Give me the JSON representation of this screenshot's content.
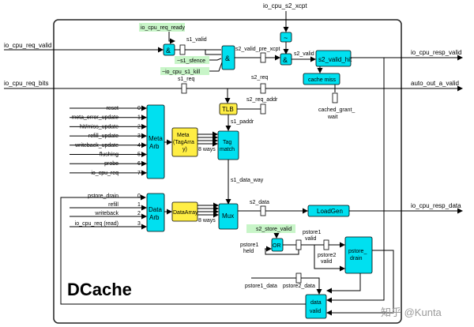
{
  "colors": {
    "cyan": "#00e0f0",
    "yellow": "#ffee44",
    "green": "#c8f5c8",
    "line": "#000000",
    "border": "#222222"
  },
  "signals": {
    "s2_xcpt": "io_cpu_s2_xcpt",
    "req_ready": "io_cpu_req_ready",
    "req_valid": "io_cpu_req_valid",
    "s1_valid": "s1_valid",
    "s1_sfence": "~s1_sfence",
    "s1_kill": "~io_cpu_s1_kill",
    "s2_valid_pre_xcpt": "s2_valid_pre_xcpt",
    "s2_valid": "s2_valid",
    "resp_valid": "io_cpu_resp_valid",
    "req_bits": "io_cpu_req_bits",
    "s1_req": "s1_req",
    "s2_req": "s2_req",
    "auto_out_a_valid": "auto_out_a_valid",
    "cached_grant_wait": [
      "cached_grant_",
      "wait"
    ],
    "s2_req_addr": "s2_req_addr",
    "s1_paddr": "s1_paddr",
    "s1_data_way": "s1_data_way",
    "s2_data": "s2_data",
    "resp_data": "io_cpu_resp_data",
    "s2_store_valid": "s2_store_valid",
    "pstore1_valid": [
      "pstore1",
      "valid"
    ],
    "pstore1_held": [
      "pstore1",
      "held"
    ],
    "pstore2_valid": [
      "pstore2",
      "valid"
    ],
    "pstore1_data": "pstore1_data",
    "pstore2_data": "pstore2_data"
  },
  "blocks": {
    "and_symbol": "&",
    "not_symbol": "~",
    "s2_valid_hit": "s2_valid_hit",
    "cache_miss": "cache miss",
    "tlb": "TLB",
    "meta_arb": [
      "Meta",
      "Arb"
    ],
    "meta_tagarray": [
      "Meta",
      "(TagArra",
      "y)"
    ],
    "tag_match": [
      "Tag",
      "match"
    ],
    "data_arb": [
      "Data",
      "Arb"
    ],
    "dataarray": "DataArray",
    "mux": "Mux",
    "loadgen": "LoadGen",
    "or": "OR",
    "pstore_drain": [
      "pstore_",
      "drain"
    ],
    "data_valid": [
      "data",
      "valid"
    ],
    "ways_meta": "8 ways",
    "ways_data": "8 ways"
  },
  "meta_inputs": [
    {
      "label": "reset",
      "port": "0"
    },
    {
      "label": "meta_error_update",
      "port": "1"
    },
    {
      "label": "hit/miss_update",
      "port": "2"
    },
    {
      "label": "refill_update",
      "port": "3"
    },
    {
      "label": "writeback_update",
      "port": "4"
    },
    {
      "label": "flushing",
      "port": "5"
    },
    {
      "label": "probe",
      "port": "6"
    },
    {
      "label": "io_cpu_req",
      "port": "7"
    }
  ],
  "data_inputs": [
    {
      "label": "pstore_drain",
      "port": "0"
    },
    {
      "label": "refill",
      "port": "1"
    },
    {
      "label": "writeback",
      "port": "2"
    },
    {
      "label": "io_cpu_req (read)",
      "port": "3"
    }
  ],
  "title": "DCache",
  "watermark": "知乎 @Kunta"
}
